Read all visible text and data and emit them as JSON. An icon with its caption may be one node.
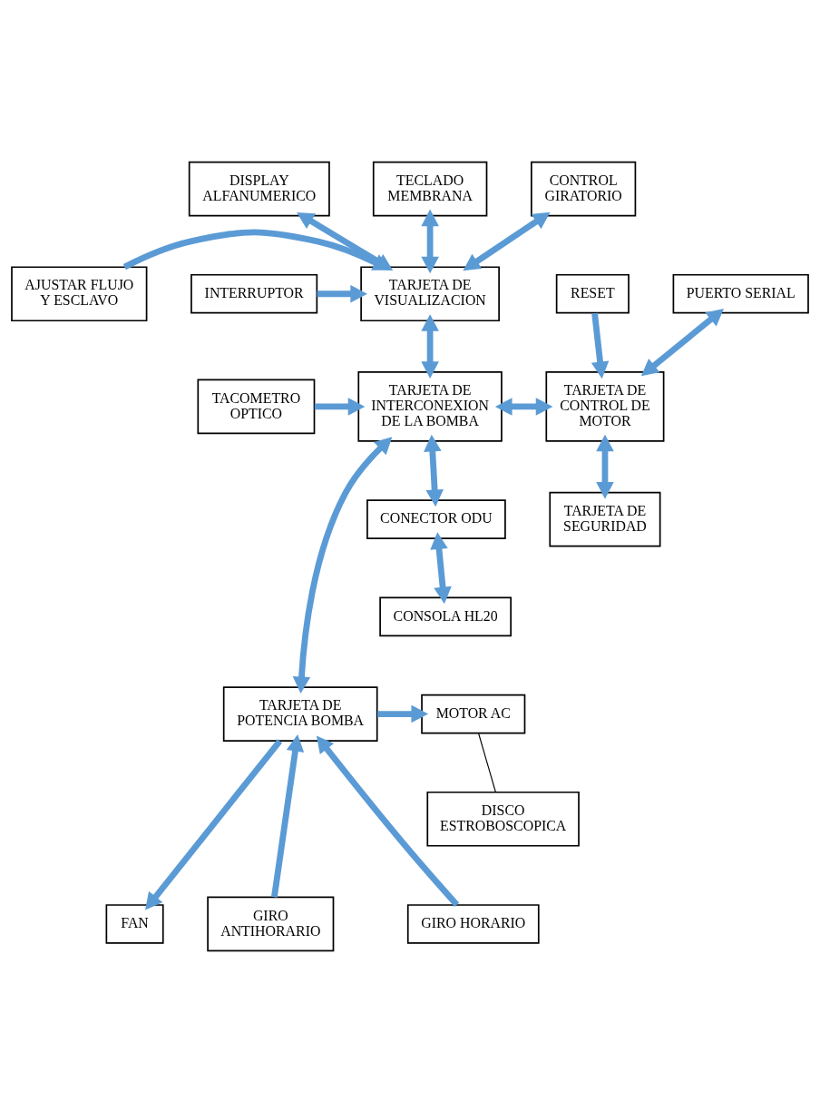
{
  "diagram": {
    "nodes": [
      {
        "text": [
          "DISPLAY ALFANUMERICO"
        ]
      },
      {
        "text": [
          "TECLADO MEMBRANA"
        ]
      },
      {
        "text": [
          "CONTROL GIRATORIO"
        ]
      },
      {
        "text": [
          "AJUSTAR FLUJO Y ESCLAVO"
        ]
      },
      {
        "text": [
          "TARJETA DE VISUALIZACION"
        ]
      },
      {
        "text": [
          "INTERRUPTOR"
        ]
      },
      {
        "text": [
          "PUERTO SERIAL"
        ]
      },
      {
        "text": [
          "RESET"
        ]
      },
      {
        "text": [
          "TACOMETRO OPTICO"
        ]
      },
      {
        "text": [
          "TARJETA DE INTERCONEXION DE LA BOMBA"
        ]
      },
      {
        "text": [
          "TARJETA DE CONTROL DE MOTOR"
        ]
      },
      {
        "text": [
          "CONECTOR ODU"
        ]
      },
      {
        "text": [
          "CONSOLA HL20"
        ]
      },
      {
        "text": [
          "TARJETA DE SEGURIDAD"
        ]
      },
      {
        "text": [
          "MOTOR AC"
        ]
      },
      {
        "text": [
          "TARJETA DE POTENCIA BOMBA"
        ]
      },
      {
        "text": [
          "DISCO ESTROBOSCOPICA"
        ]
      },
      {
        "text": [
          "GIRO HORARIO"
        ]
      },
      {
        "text": [
          "FAN"
        ]
      },
      {
        "text": [
          "GIRO ANTIHORARIO"
        ]
      }
    ],
    "edges": [
      {
        "from": 0,
        "to": 4,
        "arrow": "both"
      },
      {
        "from": 1,
        "to": 4,
        "arrow": "both"
      },
      {
        "from": 2,
        "to": 4,
        "arrow": "both"
      },
      {
        "from": 3,
        "to": 4,
        "arrow": "to"
      },
      {
        "from": 5,
        "to": 4,
        "arrow": "to"
      },
      {
        "from": 4,
        "to": 9,
        "arrow": "both"
      },
      {
        "from": 6,
        "to": 10,
        "arrow": "both"
      },
      {
        "from": 7,
        "to": 10,
        "arrow": "to"
      },
      {
        "from": 8,
        "to": 9,
        "arrow": "to"
      },
      {
        "from": 9,
        "to": 11,
        "arrow": "both"
      },
      {
        "from": 9,
        "to": 10,
        "arrow": "both"
      },
      {
        "from": 11,
        "to": 12,
        "arrow": "both"
      },
      {
        "from": 10,
        "to": 13,
        "arrow": "both"
      },
      {
        "from": 15,
        "to": 14,
        "arrow": "to"
      },
      {
        "from": 9,
        "to": 15,
        "arrow": "both"
      },
      {
        "from": 14,
        "to": 16,
        "arrow": "none",
        "color": "#000000"
      },
      {
        "from": 17,
        "to": 15,
        "arrow": "to"
      },
      {
        "from": 15,
        "to": 18,
        "arrow": "to"
      },
      {
        "from": 19,
        "to": 15,
        "arrow": "to"
      }
    ]
  }
}
